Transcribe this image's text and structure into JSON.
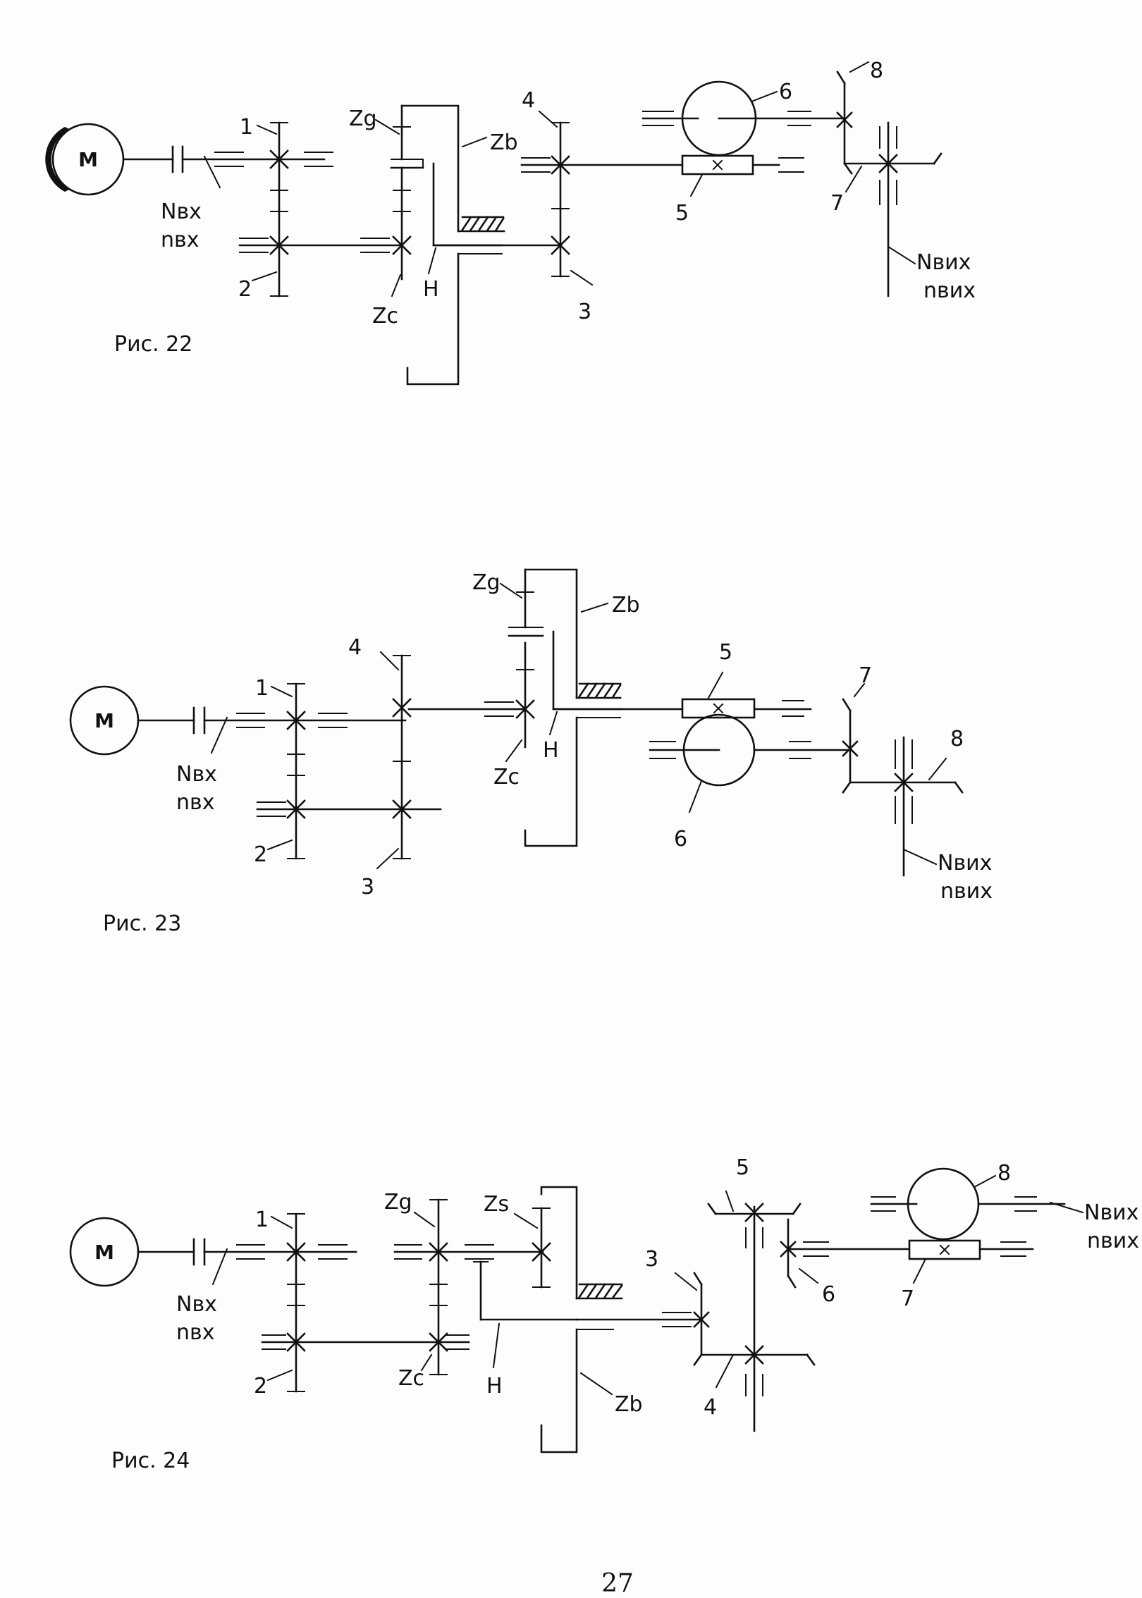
{
  "figures": [
    {
      "caption": "Рис. 22",
      "motor": "M",
      "input": [
        "Nвх",
        "nвх"
      ],
      "output": [
        "Nвих",
        "nвих"
      ],
      "labels": [
        "1",
        "2",
        "3",
        "4",
        "5",
        "6",
        "7",
        "8",
        "Zg",
        "Zb",
        "Zc",
        "H"
      ]
    },
    {
      "caption": "Рис. 23",
      "motor": "M",
      "input": [
        "Nвх",
        "nвх"
      ],
      "output": [
        "Nвих",
        "nвих"
      ],
      "labels": [
        "1",
        "2",
        "3",
        "4",
        "5",
        "6",
        "7",
        "8",
        "Zg",
        "Zb",
        "Zc",
        "H"
      ]
    },
    {
      "caption": "Рис. 24",
      "motor": "M",
      "input": [
        "Nвх",
        "nвх"
      ],
      "output": [
        "Nвих",
        "nвих"
      ],
      "labels": [
        "1",
        "2",
        "3",
        "4",
        "5",
        "6",
        "7",
        "8",
        "Zg",
        "Zs",
        "Zc",
        "Zb",
        "H"
      ]
    }
  ],
  "page_number": "27"
}
